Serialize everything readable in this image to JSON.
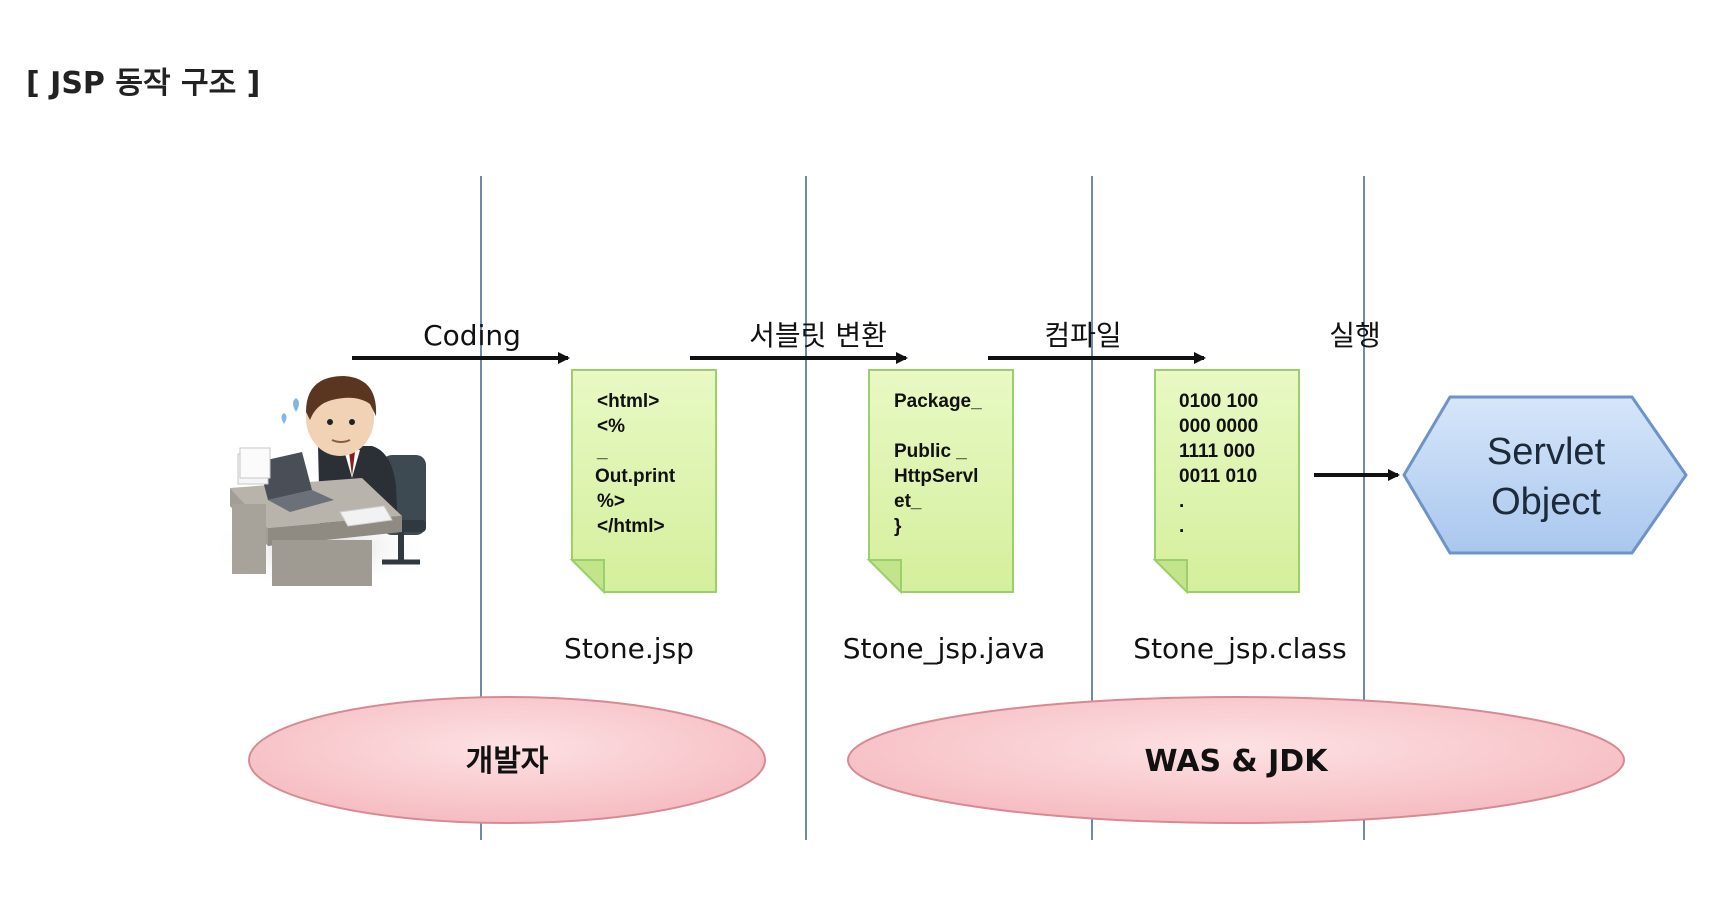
{
  "title": "[ JSP 동작 구조 ]",
  "steps": [
    "Coding",
    "서블릿 변환",
    "컴파일",
    "실행"
  ],
  "documents": [
    {
      "file": "Stone.jsp",
      "lines": [
        "<html>",
        "<%",
        "_",
        "Out.print",
        "%>",
        "</html>"
      ]
    },
    {
      "file": "Stone_jsp.java",
      "lines": [
        "Package_",
        "",
        "Public _",
        "HttpServl",
        "et_",
        "}"
      ]
    },
    {
      "file": "Stone_jsp.class",
      "lines": [
        "0100 100",
        "000 0000",
        "1111 000",
        "0011 010",
        ".",
        "."
      ]
    }
  ],
  "servlet_object": [
    "Servlet",
    "Object"
  ],
  "actors": [
    "개발자",
    "WAS & JDK"
  ],
  "colors": {
    "document_fill": "#dff5b0",
    "document_border": "#9bcf6a",
    "object_fill": "#b9d3f2",
    "object_border": "#6f93c7",
    "actor_fill": "#f8c5c9",
    "actor_border": "#d88a92",
    "divider": "#6f8aa6"
  }
}
